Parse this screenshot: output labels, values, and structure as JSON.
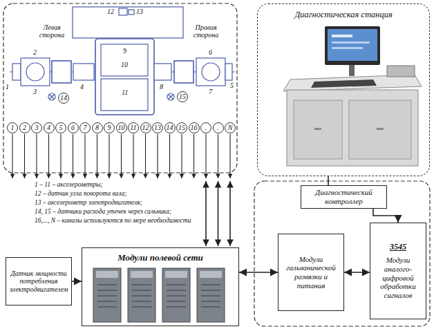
{
  "diagram": {
    "nodes": [
      {
        "text": [
          "14"
        ]
      },
      {
        "text": [
          "15"
        ]
      },
      {
        "text": [
          "1"
        ]
      },
      {
        "text": [
          "2"
        ]
      },
      {
        "text": [
          "3"
        ]
      },
      {
        "text": [
          "4"
        ]
      },
      {
        "text": [
          "5"
        ]
      },
      {
        "text": [
          "6"
        ]
      },
      {
        "text": [
          "7"
        ]
      },
      {
        "text": [
          "8"
        ]
      },
      {
        "text": [
          "9"
        ]
      },
      {
        "text": [
          "10"
        ]
      },
      {
        "text": [
          "11"
        ]
      },
      {
        "text": [
          "12"
        ]
      },
      {
        "text": [
          "13"
        ]
      },
      {
        "text": [
          "14"
        ]
      },
      {
        "text": [
          "15"
        ]
      },
      {
        "text": [
          "16"
        ]
      },
      {
        "text": [
          "."
        ]
      },
      {
        "text": [
          "."
        ]
      },
      {
        "text": [
          "N"
        ]
      },
      {
        "text": [
          "Диагностическая станция"
        ]
      },
      {
        "text": [
          "Диагностический контроллер"
        ]
      },
      {
        "text": [
          "Модули гальванической развязки и питания"
        ]
      },
      {
        "text": [
          "3545",
          "Модули аналого-цифровой обработки сигналов"
        ]
      },
      {
        "text": [
          "Датчик мощности потребления электродвигателем"
        ]
      },
      {
        "text": [
          "Модули полевой сети"
        ]
      }
    ],
    "edges": [
      {
        "from": 21,
        "to": 22,
        "arrow": "none"
      },
      {
        "from": 22,
        "to": 24,
        "arrow": "to"
      },
      {
        "from": 23,
        "to": 24,
        "arrow": "both"
      },
      {
        "from": 26,
        "to": 23,
        "arrow": "both"
      },
      {
        "from": 25,
        "to": 26,
        "arrow": "to"
      }
    ],
    "labels": [
      "12",
      "13",
      "Левая сторона",
      "Правая сторона",
      "2",
      "6",
      "9",
      "10",
      "3",
      "7",
      "1",
      "4",
      "8",
      "5",
      "11",
      "1 – 11 – акселерометры;",
      "12 – датчик угла поворота вала;",
      "13 – акселерометр электродвигателя;",
      "14, 15 – датчики расхода утечек через сальника;",
      "16,..., N – каналы используются по мере необходимости"
    ]
  }
}
